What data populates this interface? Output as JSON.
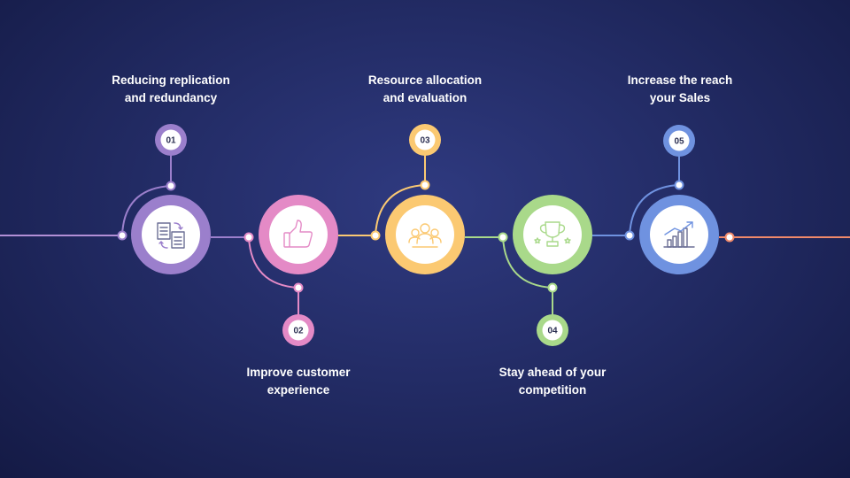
{
  "steps": [
    {
      "number": "01",
      "lines": [
        "Reducing replication",
        "and redundancy"
      ],
      "color": "#9b7fcc",
      "icon": "document-sync-icon",
      "position": "top"
    },
    {
      "number": "02",
      "lines": [
        "Improve customer",
        "experience"
      ],
      "color": "#e48ac6",
      "icon": "thumbs-up-icon",
      "position": "bottom"
    },
    {
      "number": "03",
      "lines": [
        "Resource allocation",
        "and evaluation"
      ],
      "color": "#fbc972",
      "icon": "team-icon",
      "position": "top"
    },
    {
      "number": "04",
      "lines": [
        "Stay ahead of your",
        "competition"
      ],
      "color": "#a9d98a",
      "icon": "trophy-icon",
      "position": "bottom"
    },
    {
      "number": "05",
      "lines": [
        "Increase the reach",
        "your Sales"
      ],
      "color": "#6f92e0",
      "icon": "growth-chart-icon",
      "position": "top"
    }
  ],
  "colors": {
    "background": "#232c66",
    "line_left": "#b28fd6",
    "line_right": "#f0896a",
    "icon_stroke": "#6b6f95"
  }
}
